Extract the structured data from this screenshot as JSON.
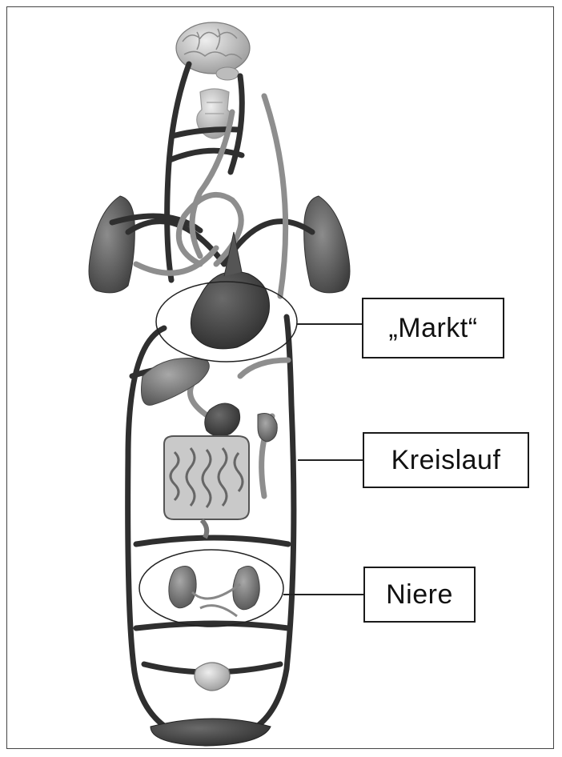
{
  "labels": {
    "markt": "„Markt“",
    "kreislauf": "Kreislauf",
    "niere": "Niere"
  },
  "colors": {
    "vessel": "#2e2e2e",
    "organ_dark": "#5a5a5a",
    "organ_mid": "#8a8a8a",
    "organ_light": "#c9c9c9"
  }
}
